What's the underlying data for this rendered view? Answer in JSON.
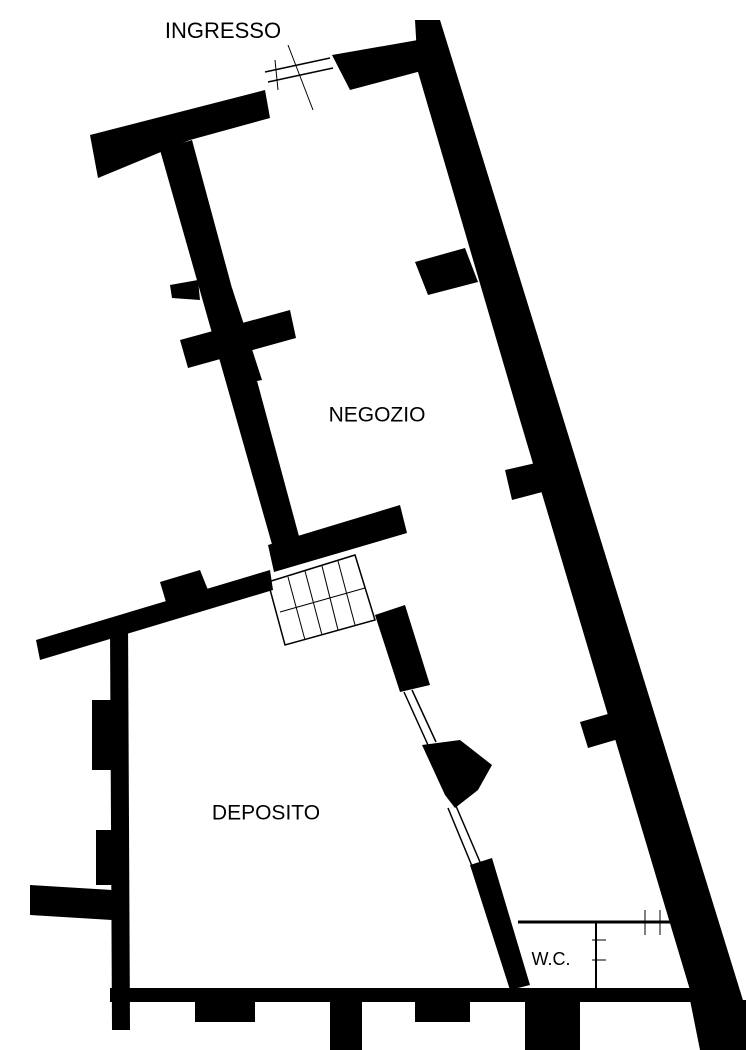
{
  "title": "",
  "rooms": [
    {
      "id": "negozio",
      "label": "NEGOZIO"
    },
    {
      "id": "deposito",
      "label": "DEPOSITO"
    },
    {
      "id": "wc",
      "label": "W.C."
    }
  ],
  "entrance_label": "INGRESSO",
  "colors": {
    "wall": "#000000",
    "background": "#ffffff"
  }
}
